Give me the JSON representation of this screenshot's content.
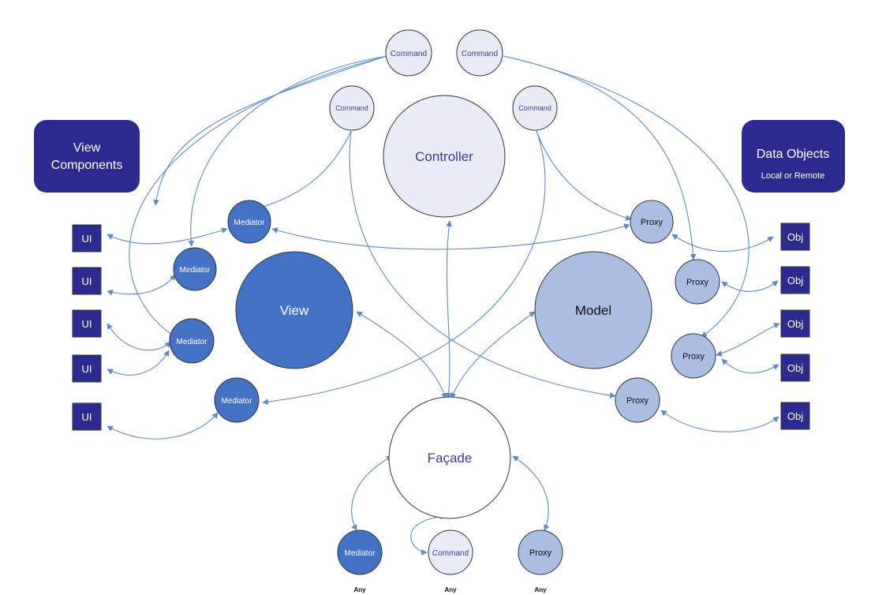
{
  "colors": {
    "dark_blue": "#2b2b8f",
    "mid_blue": "#4472c4",
    "light_blue": "#a9bee0",
    "pale": "#e8ecf6",
    "white": "#ffffff",
    "connector": "#5b8bc9",
    "outline": "#333333"
  },
  "labels": {
    "view_components_line1": "View",
    "view_components_line2": "Components",
    "data_objects_title": "Data Objects",
    "data_objects_subtitle": "Local or Remote",
    "controller": "Controller",
    "view": "View",
    "model": "Model",
    "facade": "Façade",
    "command": "Command",
    "mediator": "Mediator",
    "proxy": "Proxy",
    "ui": "UI",
    "obj": "Obj",
    "any": "Any"
  }
}
